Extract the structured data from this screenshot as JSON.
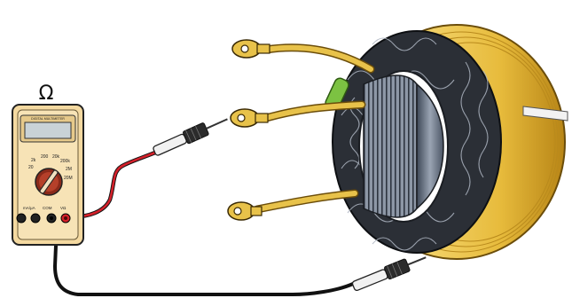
{
  "meter": {
    "symbol": "Ω",
    "brand": "DIGITAL MULTIMETER",
    "dial_labels": [
      "20",
      "2k",
      "200",
      "20k",
      "200k",
      "2M",
      "20M"
    ],
    "jack_labels": [
      "mA/μA",
      "COM",
      "VΩ"
    ]
  },
  "colors": {
    "meter_body": "#f4d9a0",
    "lead_red": "#d4202a",
    "lead_black": "#111111",
    "insulation": "#e9c24a",
    "stator_core": "#6c7787",
    "green_sleeve": "#7cc242"
  }
}
